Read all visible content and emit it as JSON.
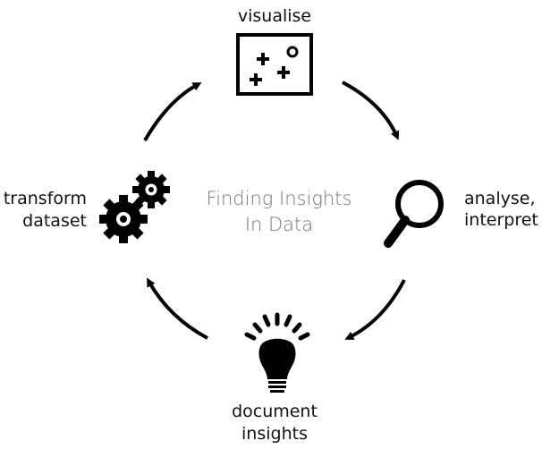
{
  "center": {
    "line1": "Finding Insights",
    "line2": "In Data"
  },
  "steps": {
    "visualise": {
      "label": "visualise",
      "icon": "scatter-plot-icon"
    },
    "analyse": {
      "line1": "analyse,",
      "line2": "interpret",
      "icon": "magnifier-icon"
    },
    "document": {
      "line1": "document",
      "line2": "insights",
      "icon": "lightbulb-icon"
    },
    "transform": {
      "line1": "transform",
      "line2": "dataset",
      "icon": "gears-icon"
    }
  },
  "colors": {
    "ink": "#000000",
    "center_text": "#777777"
  }
}
